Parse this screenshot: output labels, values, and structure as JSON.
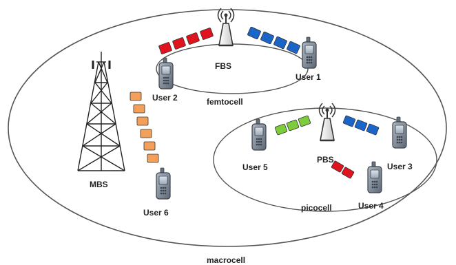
{
  "labels": {
    "fbs": "FBS",
    "mbs": "MBS",
    "pbs": "PBS",
    "femtocell": "femtocell",
    "picocell": "picocell",
    "macrocell": "macrocell",
    "user1": "User 1",
    "user2": "User 2",
    "user3": "User 3",
    "user4": "User 4",
    "user5": "User 5",
    "user6": "User 6"
  },
  "colors": {
    "red_blocks": "#e0141e",
    "blue_blocks": "#1b64c8",
    "green_blocks": "#7ccc3c",
    "orange_blocks": "#f4a05a",
    "outline": "#555555",
    "phone": "#7e8c9c"
  },
  "resource_blocks": {
    "fbs_to_user2": 4,
    "fbs_to_user1": 4,
    "pbs_to_user5": 3,
    "pbs_to_user3": 3,
    "pbs_to_user4": 2,
    "mbs_to_user6": 6
  }
}
